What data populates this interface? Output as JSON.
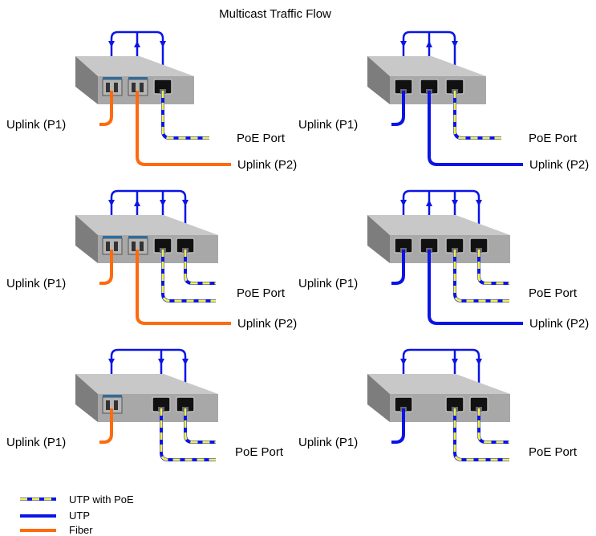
{
  "title": "Multicast Traffic Flow",
  "colors": {
    "fiber": "#ff6a0f",
    "utp": "#0a14e6",
    "poe_dash": "#f2f24c",
    "switch_top": "#c8c8c8",
    "switch_front": "#a8a8a8",
    "switch_side": "#7d7d7d"
  },
  "icons": [
    "fiber-sfp-port-icon",
    "rj45-port-icon",
    "switch-chassis-icon",
    "flow-arrow-icon"
  ],
  "panels": [
    {
      "uplink1": "Uplink (P1)",
      "uplink2": "Uplink (P2)",
      "poe": "PoE Port"
    },
    {
      "uplink1": "Uplink (P1)",
      "uplink2": "Uplink (P2)",
      "poe": "PoE Port"
    },
    {
      "uplink1": "Uplink (P1)",
      "uplink2": "Uplink (P2)",
      "poe": "PoE Port"
    },
    {
      "uplink1": "Uplink (P1)",
      "uplink2": "Uplink (P2)",
      "poe": "PoE Port"
    },
    {
      "uplink1": "Uplink (P1)",
      "poe": "PoE Port"
    },
    {
      "uplink1": "Uplink (P1)",
      "poe": "PoE Port"
    }
  ],
  "legend": [
    {
      "label": "UTP with PoE",
      "style": "poe"
    },
    {
      "label": "UTP",
      "style": "utp"
    },
    {
      "label": "Fiber",
      "style": "fiber"
    }
  ]
}
